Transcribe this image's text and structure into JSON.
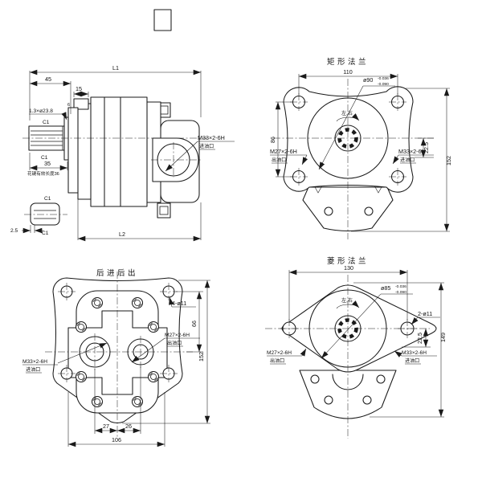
{
  "drawing": {
    "side_view": {
      "l1": "L1",
      "d45": "45",
      "d15": "15",
      "d6": "6",
      "washer": "1.3×ø23.8",
      "c1": "C1",
      "d35": "35",
      "spline_note": "花键有效长度36",
      "port_thread": "M33×2-6H",
      "port_name": "进油口",
      "l2": "L2",
      "key_thk": "2.5"
    },
    "rect_flange": {
      "title": "矩形法兰",
      "d110": "110",
      "spigot": "ø90",
      "tol_hi": "-0.036",
      "tol_lo": "-0.090",
      "rotation": "左,右",
      "d86": "86",
      "d22_5": "22.5",
      "d152": "152",
      "out_thread": "M27×2-6H",
      "out_name": "出油口",
      "in_thread": "M33×2-6H",
      "in_name": "进油口"
    },
    "rear_view": {
      "title": "后进后出",
      "holes": "4-ø11",
      "d66": "66",
      "d152": "152",
      "d27": "27",
      "d26": "26",
      "d106": "106",
      "out_thread": "M27×2-6H",
      "out_name": "出油口",
      "in_thread": "M33×2-6H",
      "in_name": "进油口"
    },
    "diamond_flange": {
      "title": "菱形法兰",
      "d130": "130",
      "spigot": "ø85",
      "tol_hi": "-0.036",
      "tol_lo": "-0.090",
      "rotation": "左,右",
      "holes": "2-ø11",
      "d22_5": "22.5",
      "d149": "149",
      "out_thread": "M27×2-6H",
      "out_name": "出油口",
      "in_thread": "M33×2-6H",
      "in_name": "进油口"
    }
  }
}
